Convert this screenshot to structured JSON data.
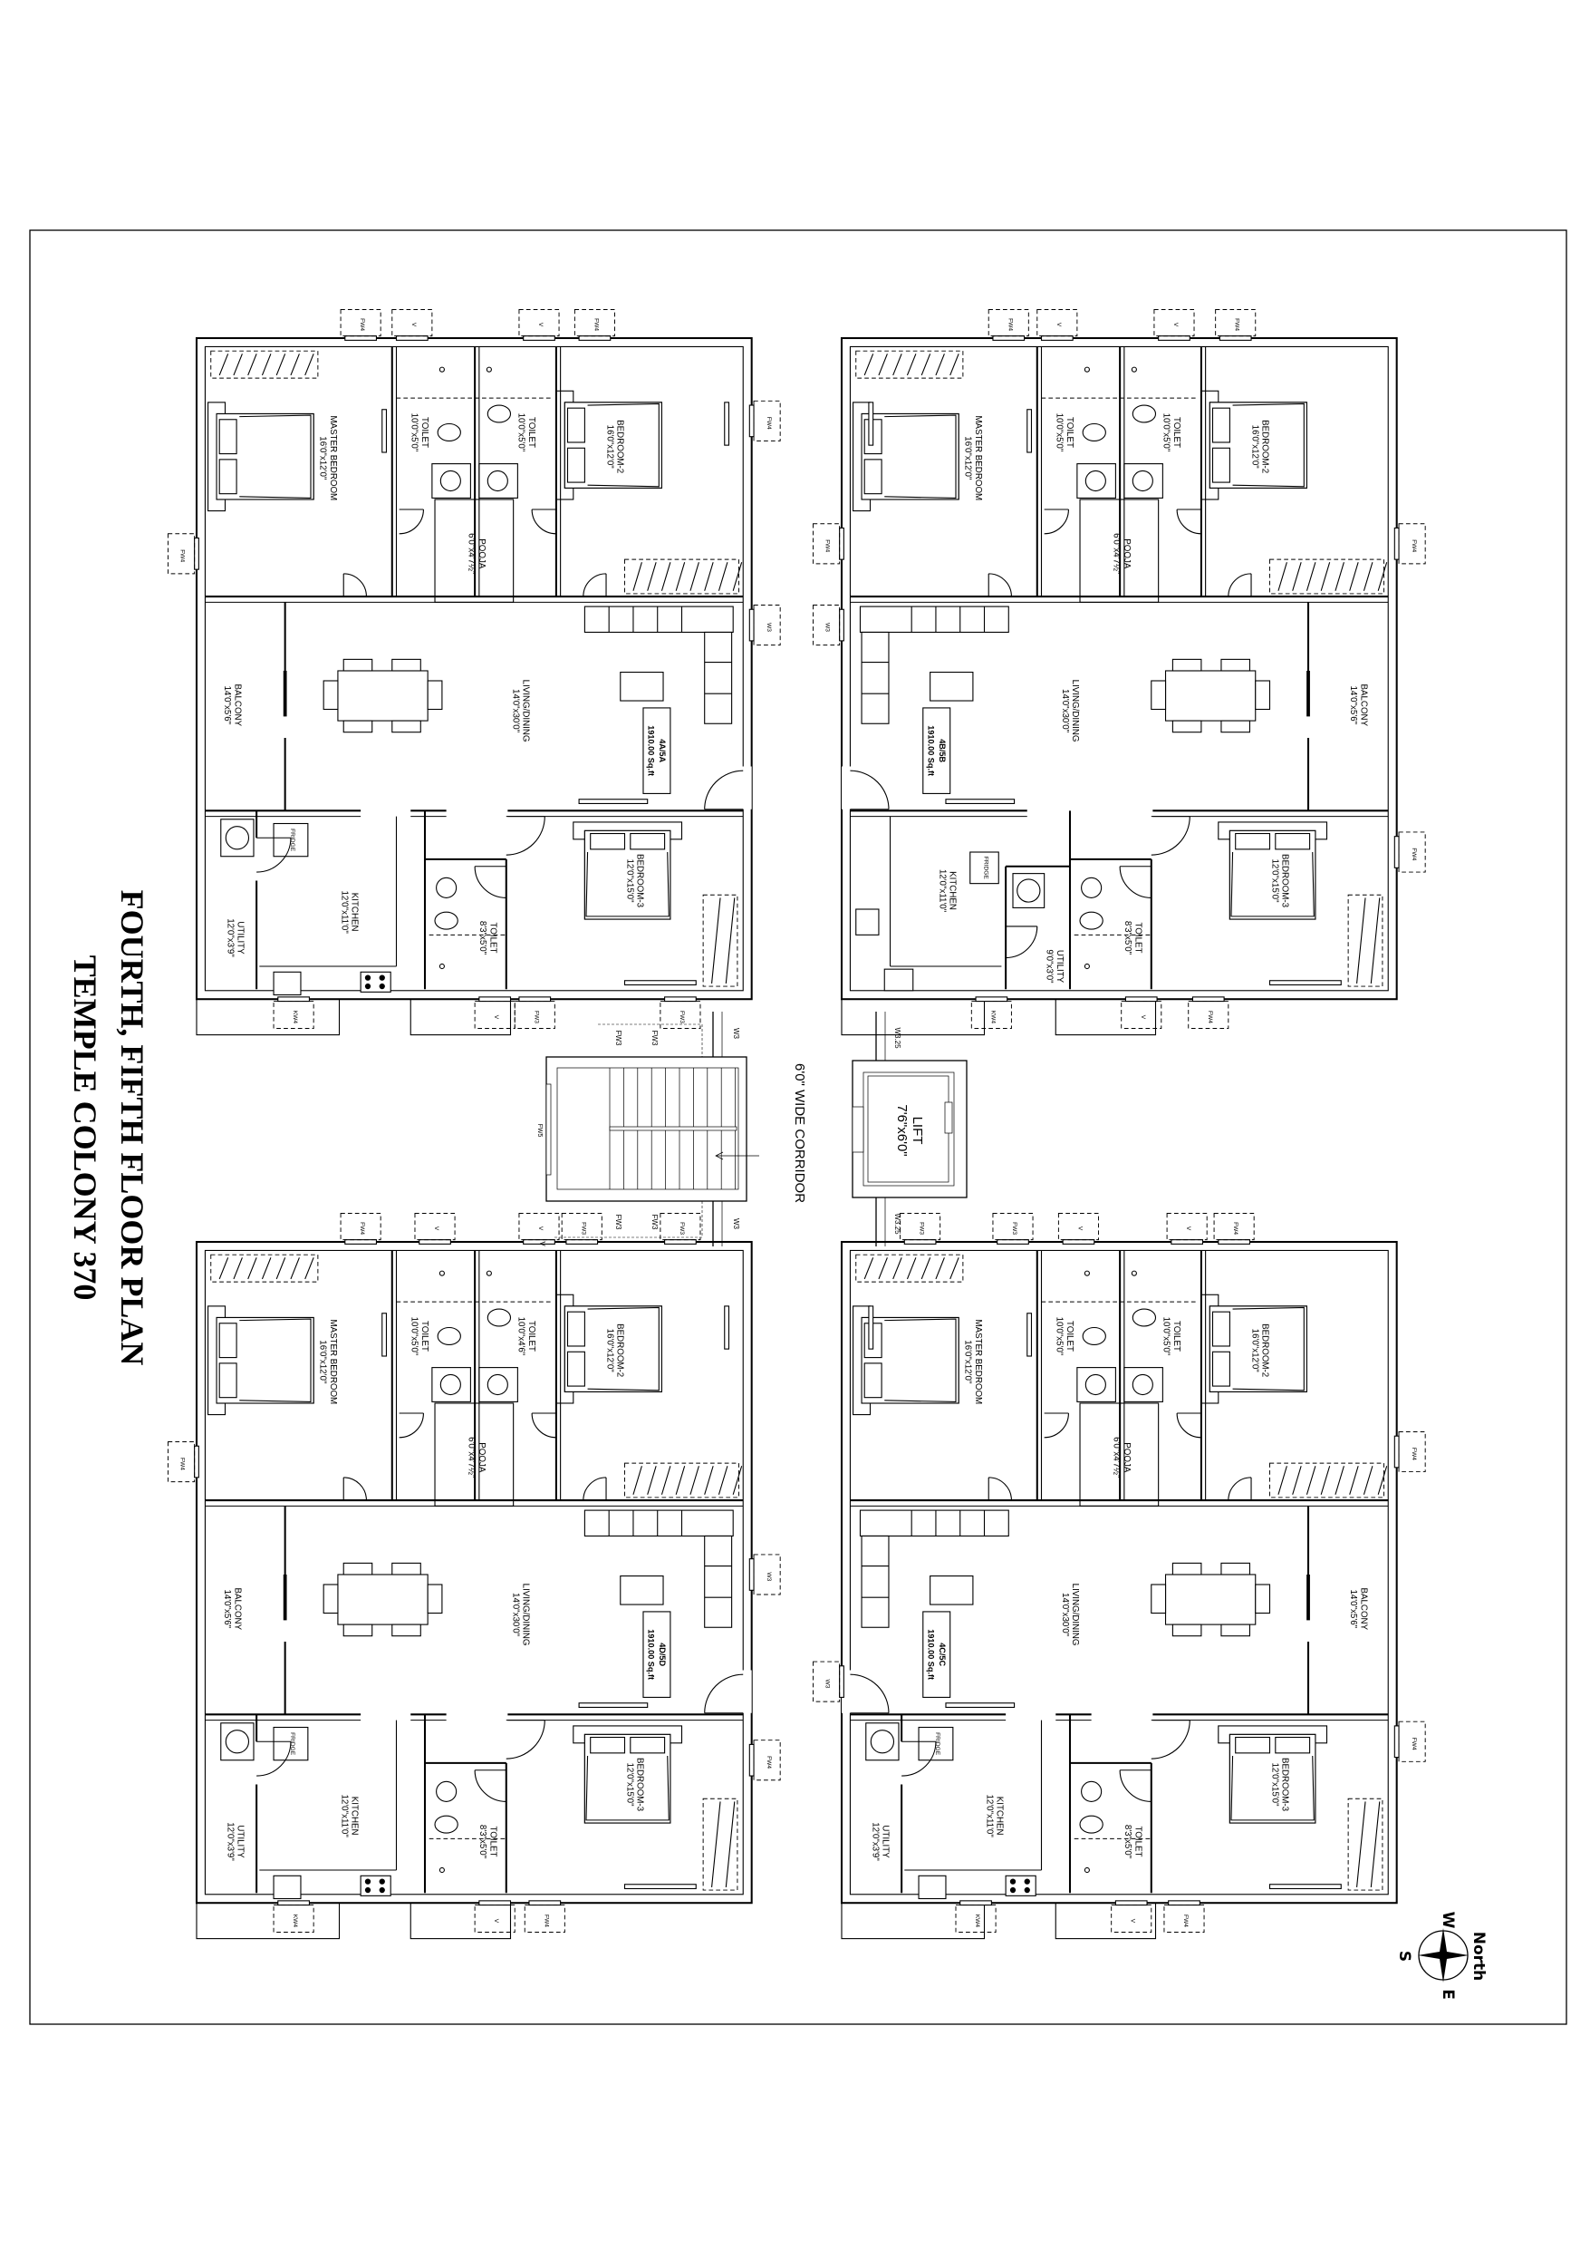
{
  "title": {
    "line1": "FOURTH, FIFTH FLOOR PLAN",
    "line2": "TEMPLE COLONY 370"
  },
  "corridor": "6'0\" WIDE CORRIDOR",
  "lift": {
    "label": "LIFT",
    "size": "7'6\"x6'0\""
  },
  "core_windows": {
    "stair": "FW5",
    "w3_top": "W3",
    "w3_bottom": "W3",
    "w325_top": "W3.25",
    "w325_bottom": "W3.25",
    "fw3_a": "FW3",
    "fw3_b": "FW3",
    "fw3_c": "FW3",
    "fw3_d": "FW3",
    "v_tag": "V"
  },
  "compass": {
    "north": "North",
    "w": "W",
    "e": "E",
    "s": "S"
  },
  "units": [
    {
      "unit": "4A/5A",
      "area": "1910.00 Sq.ft",
      "rooms": {
        "master": {
          "name": "MASTER BEDROOM",
          "size": "16'0\"x12'0\""
        },
        "toilet1": {
          "name": "TOILET",
          "size": "10'0\"x5'0\""
        },
        "toilet2": {
          "name": "TOILET",
          "size": "10'0\"x5'0\""
        },
        "bed2": {
          "name": "BEDROOM-2",
          "size": "16'0\"x12'0\""
        },
        "pooja": {
          "name": "POOJA",
          "size": "6'0\"x4'7½\""
        },
        "living": {
          "name": "LIVING/DINING",
          "size": "14'0\"x30'0\""
        },
        "balcony": {
          "name": "BALCONY",
          "size": "14'0\"x5'6\""
        },
        "kitchen": {
          "name": "KITCHEN",
          "size": "12'0\"x11'0\""
        },
        "utility": {
          "name": "UTILITY",
          "size": "12'0\"x3'9\""
        },
        "toilet3": {
          "name": "TOILET",
          "size": "8'3\"x5'0\""
        },
        "bed3": {
          "name": "BEDROOM-3",
          "size": "12'0\"x15'0\""
        }
      },
      "fridge": "FRIDGE",
      "windows": [
        "FW4",
        "V",
        "V",
        "FW4",
        "FW4",
        "FW4",
        "W3",
        "KW4",
        "V",
        "FW3",
        "FW3"
      ]
    },
    {
      "unit": "4B/5B",
      "area": "1910.00 Sq.ft",
      "rooms": {
        "master": {
          "name": "MASTER BEDROOM",
          "size": "16'0\"x12'0\""
        },
        "toilet1": {
          "name": "TOILET",
          "size": "10'0\"x5'0\""
        },
        "toilet2": {
          "name": "TOILET",
          "size": "10'0\"x5'0\""
        },
        "bed2": {
          "name": "BEDROOM-2",
          "size": "16'0\"x12'0\""
        },
        "pooja": {
          "name": "POOJA",
          "size": "6'0\"x4'7½\""
        },
        "living": {
          "name": "LIVING/DINING",
          "size": "14'0\"x30'0\""
        },
        "balcony": {
          "name": "BALCONY",
          "size": "14'0\"x5'6\""
        },
        "kitchen": {
          "name": "KITCHEN",
          "size": "12'0\"x11'0\""
        },
        "utility": {
          "name": "UTILITY",
          "size": "9'0\"x3'0\""
        },
        "toilet3": {
          "name": "TOILET",
          "size": "8'3\"x5'0\""
        },
        "bed3": {
          "name": "BEDROOM-3",
          "size": "12'0\"x15'0\""
        }
      },
      "fridge": "FRIDGE",
      "windows": [
        "FW4",
        "V",
        "V",
        "FW4",
        "FW4",
        "W3",
        "FW4",
        "FW4",
        "KW4",
        "V",
        "FW4"
      ]
    },
    {
      "unit": "4C/5C",
      "area": "1910.00 Sq.ft",
      "rooms": {
        "master": {
          "name": "MASTER BEDROOM",
          "size": "16'0\"x12'0\""
        },
        "toilet1": {
          "name": "TOILET",
          "size": "10'0\"x5'0\""
        },
        "toilet2": {
          "name": "TOILET",
          "size": "10'0\"x5'0\""
        },
        "bed2": {
          "name": "BEDROOM-2",
          "size": "16'0\"x12'0\""
        },
        "pooja": {
          "name": "POOJA",
          "size": "6'0\"x4'7½\""
        },
        "living": {
          "name": "LIVING/DINING",
          "size": "14'0\"x30'0\""
        },
        "balcony": {
          "name": "BALCONY",
          "size": "14'0\"x5'6\""
        },
        "kitchen": {
          "name": "KITCHEN",
          "size": "12'0\"x11'0\""
        },
        "utility": {
          "name": "UTILITY",
          "size": "12'0\"x3'9\""
        },
        "toilet3": {
          "name": "TOILET",
          "size": "8'3\"x5'0\""
        },
        "bed3": {
          "name": "BEDROOM-3",
          "size": "12'0\"x15'0\""
        }
      },
      "fridge": "FRIDGE",
      "windows": [
        "FW3",
        "FW3",
        "V",
        "V",
        "FW4",
        "FW4",
        "FW4",
        "W3",
        "KW4",
        "V",
        "FW4"
      ]
    },
    {
      "unit": "4D/5D",
      "area": "1910.00 Sq.ft",
      "rooms": {
        "master": {
          "name": "MASTER BEDROOM",
          "size": "16'0\"x12'0\""
        },
        "toilet1": {
          "name": "TOILET",
          "size": "10'0\"x5'0\""
        },
        "toilet2": {
          "name": "TOILET",
          "size": "10'0\"x4'6\""
        },
        "bed2": {
          "name": "BEDROOM-2",
          "size": "16'0\"x12'0\""
        },
        "pooja": {
          "name": "POOJA",
          "size": "6'0\"x4'7½\""
        },
        "living": {
          "name": "LIVING/DINING",
          "size": "14'0\"x30'0\""
        },
        "balcony": {
          "name": "BALCONY",
          "size": "14'0\"x5'6\""
        },
        "kitchen": {
          "name": "KITCHEN",
          "size": "12'0\"x11'0\""
        },
        "utility": {
          "name": "UTILITY",
          "size": "12'0\"x3'9\""
        },
        "toilet3": {
          "name": "TOILET",
          "size": "8'3\"x5'0\""
        },
        "bed3": {
          "name": "BEDROOM-3",
          "size": "12'0\"x15'0\""
        }
      },
      "fridge": "FRIDGE",
      "windows": [
        "FW4",
        "V",
        "V",
        "FW3",
        "FW3",
        "FW4",
        "W3",
        "FW4",
        "KW4",
        "V",
        "FW4"
      ]
    }
  ]
}
